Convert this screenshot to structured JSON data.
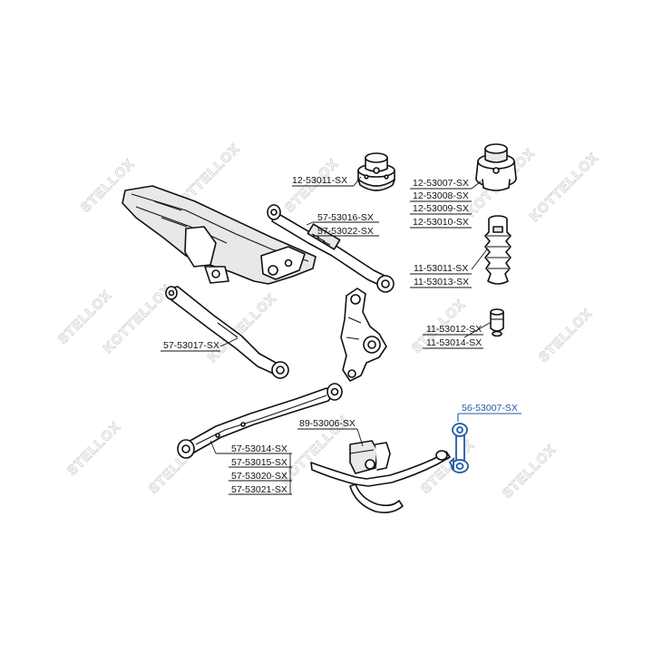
{
  "watermark": {
    "text_a": "STELLOX",
    "text_b": "KOTTELLOX"
  },
  "colors": {
    "highlight": "#1f5aa6",
    "line": "#111111",
    "watermark": "#cfcfcf"
  },
  "labels": {
    "l1": "12-53011-SX",
    "l2": "57-53016-SX",
    "l3": "57-53022-SX",
    "l4": "12-53007-SX",
    "l5": "12-53008-SX",
    "l6": "12-53009-SX",
    "l7": "12-53010-SX",
    "l8": "11-53011-SX",
    "l9": "11-53013-SX",
    "l10": "57-53017-SX",
    "l11": "11-53012-SX",
    "l12": "11-53014-SX",
    "l13": "56-53007-SX",
    "l14": "89-53006-SX",
    "l15": "57-53014-SX",
    "l16": "57-53015-SX",
    "l17": "57-53020-SX",
    "l18": "57-53021-SX"
  }
}
